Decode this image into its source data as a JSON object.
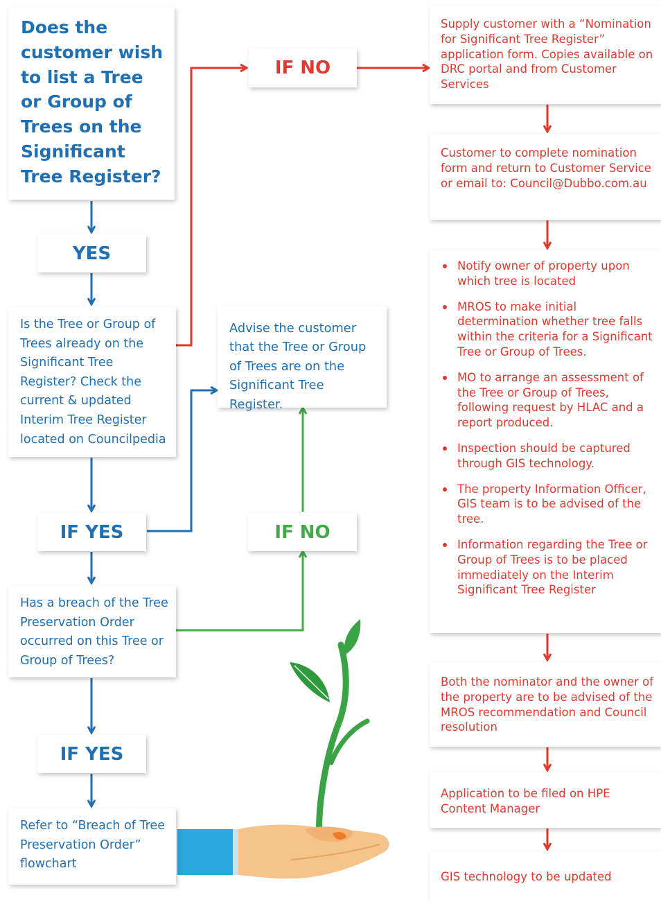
{
  "left_column": {
    "question_main": "Does the customer wish to list a Tree or Group of Trees on the Significant Tree Register?",
    "yes_label": "YES",
    "check_question": "Is the Tree or Group of Trees already on the Significant Tree Register? Check the current & updated Interim Tree Register located on Councilpedia",
    "if_yes_label_1": "IF YES",
    "breach_question": "Has a breach of the Tree Preservation Order occurred on this Tree or Group of Trees?",
    "if_yes_label_2": "IF YES",
    "refer_text": "Refer to “Breach of Tree Preservation Order” flowchart"
  },
  "middle_column": {
    "if_no_top": "IF NO",
    "advise_text": "Advise the customer that the Tree or Group of Trees are on the Significant Tree Register.",
    "if_no_bottom": "IF NO"
  },
  "right_column": {
    "supply_text": "Supply customer with a “Nomination for Significant Tree Register” application form. Copies available on DRC portal and from Customer Services",
    "complete_text": "Customer to complete nomination form and return to Customer Service or email to: Council@Dubbo.com.au",
    "steps": [
      "Notify owner of property upon which tree is located",
      "MROS to make initial determination whether tree falls within the criteria for a Significant Tree or Group of Trees.",
      "MO to arrange an assessment of the Tree or Group of Trees, following request by HLAC and a report produced.",
      "Inspection should be captured through GIS technology.",
      "The property Information Officer, GIS team is to be advised of the tree.",
      "Information regarding the Tree or Group of Trees is to be placed immediately on the Interim Significant Tree Register"
    ],
    "advise_both_text": "Both the nominator and the owner of the property are to be advised of the MROS recommendation and Council resolution",
    "file_text": "Application to be filed on HPE Content Manager",
    "gis_text": "GIS technology to be updated"
  },
  "colors": {
    "blue": "#1f6fb2",
    "red": "#e03a2f",
    "green": "#45a84a"
  },
  "illustration": {
    "icon": "hand-holding-plant-icon"
  }
}
